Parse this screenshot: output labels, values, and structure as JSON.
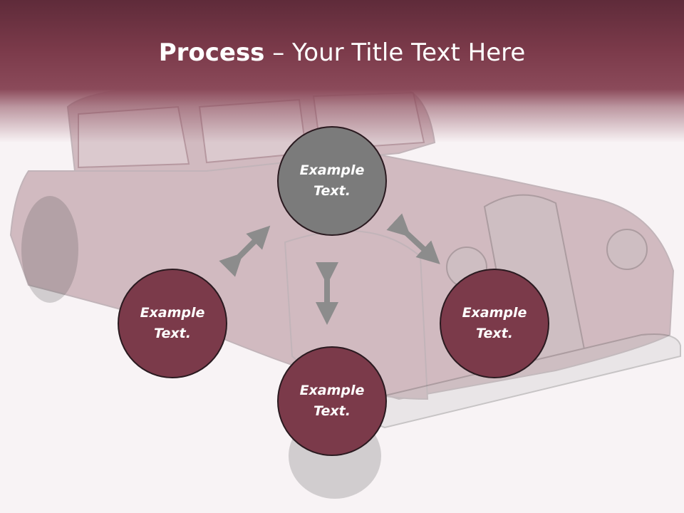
{
  "slide": {
    "title_bold": "Process",
    "title_rest": " – Your Title Text Here"
  },
  "colors": {
    "title_band": "#7b3a4a",
    "center_node": "#7b7b7b",
    "outer_node": "#7b3a4a",
    "arrow": "#8c8c8c",
    "background": "#f8f3f5"
  },
  "nodes": {
    "top": "Example\nText.",
    "left": "Example\nText.",
    "right": "Example\nText.",
    "bottom": "Example\nText."
  },
  "icons": {
    "background": "vintage-car-image",
    "connector": "double-headed-arrow"
  }
}
